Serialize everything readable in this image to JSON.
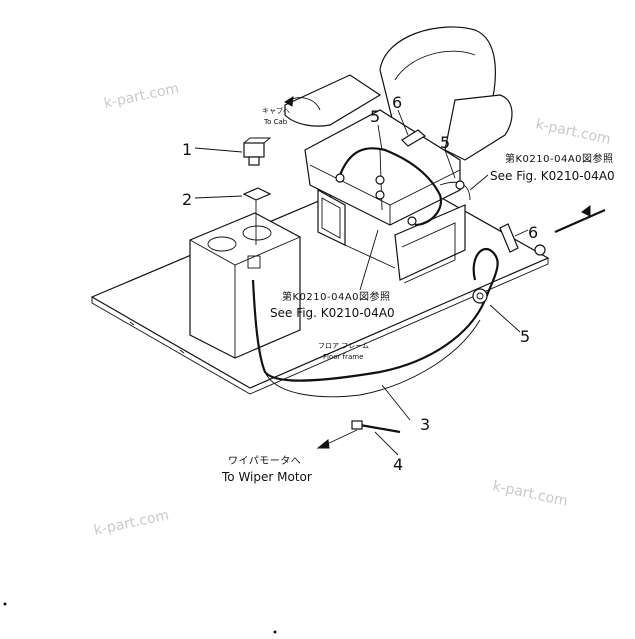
{
  "watermarks": [
    "k-part.com",
    "k-part.com",
    "k-part.com",
    "k-part.com"
  ],
  "labels": {
    "to_cab_jp": "キャブへ",
    "to_cab_en": "To Cab",
    "see_fig_top_jp": "第K0210-04A0図参照",
    "see_fig_top_en": "See Fig. K0210-04A0",
    "see_fig_mid_jp": "第K0210-04A0図参照",
    "see_fig_mid_en": "See Fig. K0210-04A0",
    "floor_frame_jp": "フロア フレーム",
    "floor_frame_en": "Floor frame",
    "wiper_motor_jp": "ワイパモータへ",
    "wiper_motor_en": "To Wiper Motor"
  },
  "callouts": [
    "1",
    "2",
    "3",
    "4",
    "5",
    "5",
    "5",
    "6",
    "6"
  ]
}
